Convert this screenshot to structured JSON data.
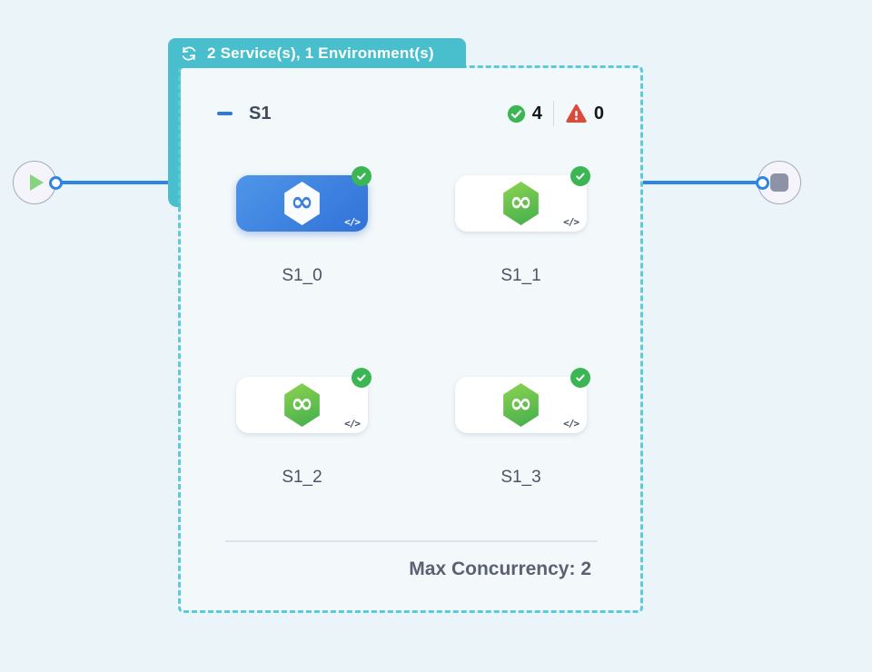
{
  "badge": {
    "label": "2 Service(s), 1 Environment(s)"
  },
  "group": {
    "title": "S1",
    "healthy_count": "4",
    "unhealthy_count": "0",
    "services": [
      {
        "name": "S1_0",
        "selected": true,
        "status": "healthy"
      },
      {
        "name": "S1_1",
        "selected": false,
        "status": "healthy"
      },
      {
        "name": "S1_2",
        "selected": false,
        "status": "healthy"
      },
      {
        "name": "S1_3",
        "selected": false,
        "status": "healthy"
      }
    ],
    "max_concurrency": "Max Concurrency: 2"
  },
  "icons": {
    "infinity": "∞",
    "code": "</>"
  },
  "colors": {
    "accent_teal": "#49BFCD",
    "dash_teal": "#5BCBD9",
    "edge_blue": "#2F86E2",
    "selected_card_blue": "#3B82DE",
    "success_green": "#3CB654",
    "error_red": "#DB4B3A",
    "canvas_bg": "#EBF4F8"
  }
}
